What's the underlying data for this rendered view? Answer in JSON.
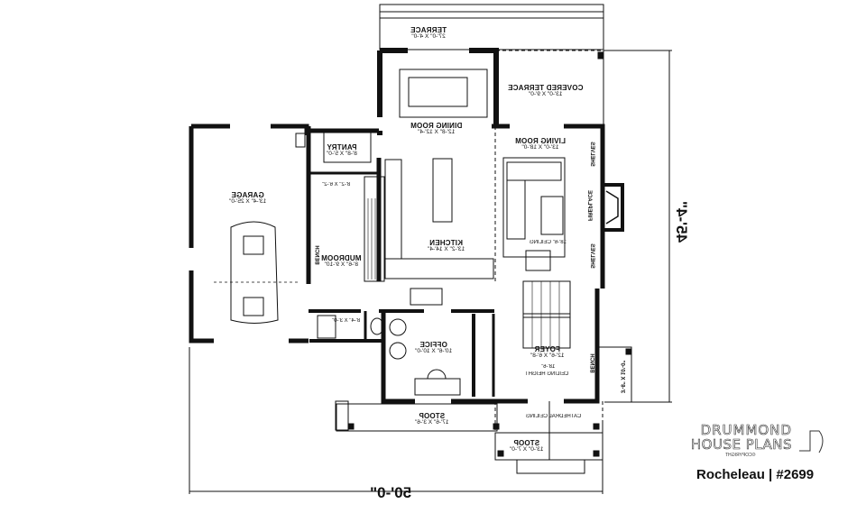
{
  "plan": {
    "mirrored": true,
    "rooms": [
      {
        "name": "TERRACE",
        "dims": "27'-0\" X 4'-0\""
      },
      {
        "name": "COVERED TERRACE",
        "dims": "13'-0\" X 9'-0\""
      },
      {
        "name": "DINING ROOM",
        "dims": "12'-8\" X 12'-4\""
      },
      {
        "name": "LIVING ROOM",
        "dims": "13'-0\" X 18'-0\""
      },
      {
        "name": "PANTRY",
        "dims": "8'-8\" X 5'-0\""
      },
      {
        "name": "GARAGE",
        "dims": "13'-4\" X 25'-0\""
      },
      {
        "name": "KITCHEN",
        "dims": "13'-2\" X 14'-4\""
      },
      {
        "name": "MUDROOM",
        "dims": "8'-6\" X 9'-10\""
      },
      {
        "name": "OFFICE",
        "dims": "10'-6\" X 10'-0\""
      },
      {
        "name": "FOYER",
        "dims": "12'-6\" X 6'-8\""
      },
      {
        "name": "STOOP",
        "dims": "17'-6\" X 3'-6\""
      },
      {
        "name": "STOOP",
        "dims": "13'-0\" X 7'-0\""
      }
    ],
    "annotations": {
      "closet_dims": "8'-2\" X 6'-2\"",
      "powder_dims": "8'-4\" X 3'-0\"",
      "porch_side_dims": "3'-8\" X 10'-0\"",
      "living_ceiling": "18'-6\" CEILING",
      "foyer_ceiling_1": "18'-6\"",
      "foyer_ceiling_2": "CEILING HEIGHT",
      "cathedral": "CATHEDRAL CEILING",
      "shelves": "SHELVES",
      "fireplace": "FIREPLACE",
      "bench": "BENCH"
    },
    "dimensions": {
      "width": "50'-0\"",
      "depth": "45'-4\""
    }
  },
  "brand": {
    "line1": "DRUMMOND",
    "line2": "HOUSE PLANS",
    "copyright": "©COPYRIGHT",
    "plan_title": "Rocheleau | #2699"
  }
}
